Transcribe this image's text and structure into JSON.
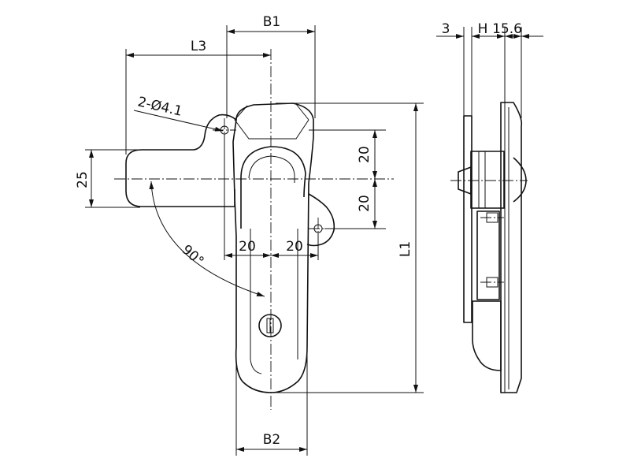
{
  "front_view": {
    "dimensions": {
      "B1": "B1",
      "L3": "L3",
      "hole": "2-Ø4.1",
      "height_25": "25",
      "offset_20_upper": "20",
      "offset_20_lower": "20",
      "offset_20_left": "20",
      "offset_20_right": "20",
      "angle": "90°",
      "L1": "L1",
      "B2": "B2"
    }
  },
  "side_view": {
    "dimensions": {
      "thickness_3": "3",
      "H": "H",
      "value_15_6": "15.6"
    }
  }
}
